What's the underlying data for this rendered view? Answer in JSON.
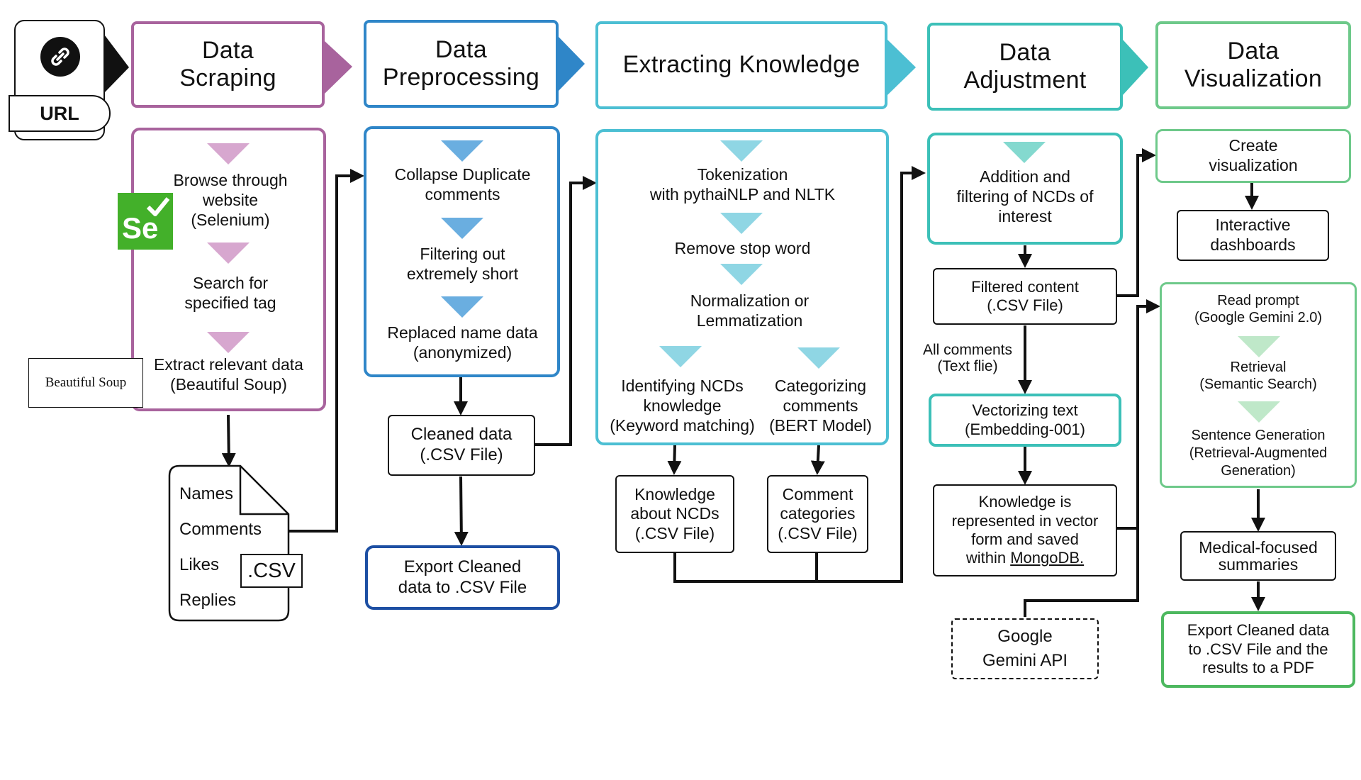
{
  "colors": {
    "scraping": "#a8639d",
    "preprocessing": "#2f86c8",
    "knowledge": "#4cbfd3",
    "adjustment": "#3cc0b8",
    "visualization": "#6ec98a",
    "tri_scraping": "#d7a7cf",
    "tri_preprocessing": "#6aaee0",
    "tri_knowledge": "#8fd6e4",
    "tri_adjustment": "#84d9cf",
    "tri_visualization": "#bfe8c9",
    "selenium": "#43b02a",
    "export_blue": "#1d4fa3",
    "export_green": "#4db85f"
  },
  "url_card": {
    "label": "URL",
    "icon": "link-icon"
  },
  "stages": {
    "scraping": {
      "title": "Data\nScraping",
      "steps": [
        "Browse through\nwebsite\n(Selenium)",
        "Search for\nspecified tag",
        "Extract relevant data\n(Beautiful Soup)"
      ],
      "selenium_logo": "Se",
      "beautifulsoup_logo": "Beautiful Soup",
      "file": {
        "rows": [
          "Names",
          "Comments",
          "Likes",
          "Replies"
        ],
        "badge": ".CSV"
      }
    },
    "preprocessing": {
      "title": "Data\nPreprocessing",
      "steps": [
        "Collapse Duplicate\ncomments",
        "Filtering out\nextremely short",
        "Replaced name data\n(anonymized)"
      ],
      "output": "Cleaned data\n(.CSV File)",
      "export": "Export Cleaned\ndata to .CSV File"
    },
    "knowledge": {
      "title": "Extracting Knowledge",
      "steps": [
        "Tokenization\nwith pythaiNLP and NLTK",
        "Remove stop word",
        "Normalization or\nLemmatization"
      ],
      "branch_left": "Identifying NCDs\nknowledge\n(Keyword matching)",
      "branch_right": "Categorizing\ncomments\n(BERT Model)",
      "out_left": "Knowledge\nabout NCDs\n(.CSV File)",
      "out_right": "Comment\ncategories\n(.CSV File)"
    },
    "adjustment": {
      "title": "Data\nAdjustment",
      "step": "Addition and\nfiltering of NCDs of\ninterest",
      "filtered": "Filtered content\n(.CSV File)",
      "all_comments": "All comments\n(Text flie)",
      "vectorizing": "Vectorizing text\n(Embedding-001)",
      "knowledge_mongo_pre": "Knowledge is\nrepresented in vector\nform and saved\nwithin ",
      "knowledge_mongo_link": "MongoDB.",
      "gemini": "Google\nGemini API"
    },
    "visualization": {
      "title": "Data\nVisualization",
      "create": "Create\nvisualization",
      "dashboards": "Interactive\ndashboards",
      "rag_steps": [
        "Read prompt\n(Google Gemini 2.0)",
        "Retrieval\n(Semantic Search)",
        "Sentence Generation\n(Retrieval-Augmented\nGeneration)"
      ],
      "summaries": "Medical-focused\nsummaries",
      "export": "Export Cleaned data\nto .CSV File and the\nresults to a PDF"
    }
  }
}
